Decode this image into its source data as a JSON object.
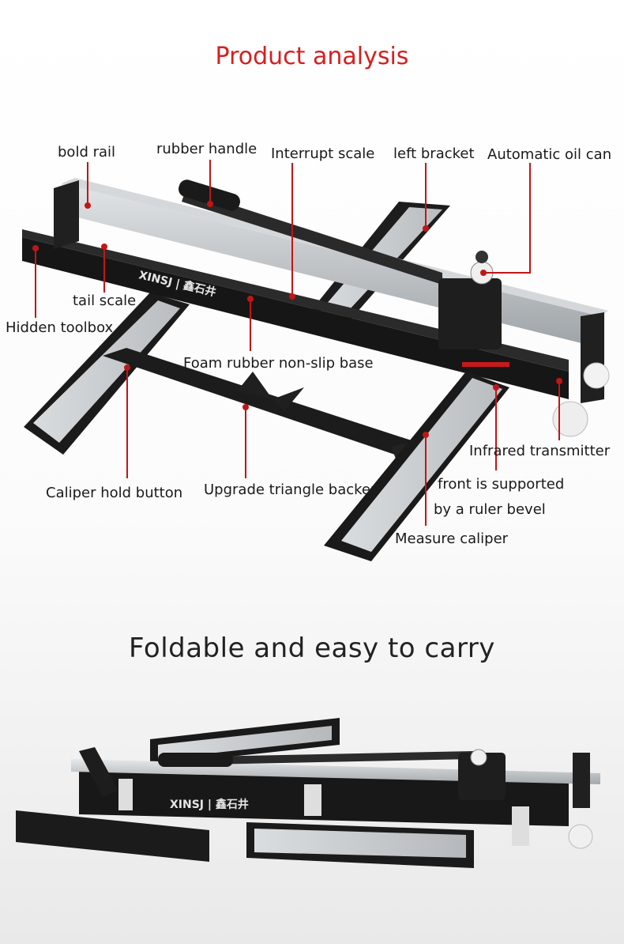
{
  "headings": {
    "analysis": "Product analysis",
    "foldable": "Foldable and easy to carry"
  },
  "labels": {
    "bold_rail": "bold rail",
    "rubber_handle": "rubber handle",
    "interrupt_scale": "Interrupt scale",
    "left_bracket": "left bracket",
    "oil_can": "Automatic oil can",
    "tail_scale": "tail scale",
    "hidden_toolbox": "Hidden toolbox",
    "foam_base": "Foam rubber non-slip base",
    "infrared": "Infrared transmitter",
    "caliper_hold": "Caliper hold button",
    "triangle_backer": "Upgrade triangle backer",
    "front_supported_1": "front is supported",
    "front_supported_2": "by a ruler bevel",
    "measure_caliper": "Measure caliper"
  },
  "brand": {
    "logo_text": "XINSJ | 鑫石井"
  },
  "colors": {
    "accent_red": "#c01616",
    "heading_red": "#d42020",
    "body_black": "#1a1a1a",
    "rail_silver": "#bfc3c6",
    "frame_black": "#1b1b1b"
  }
}
